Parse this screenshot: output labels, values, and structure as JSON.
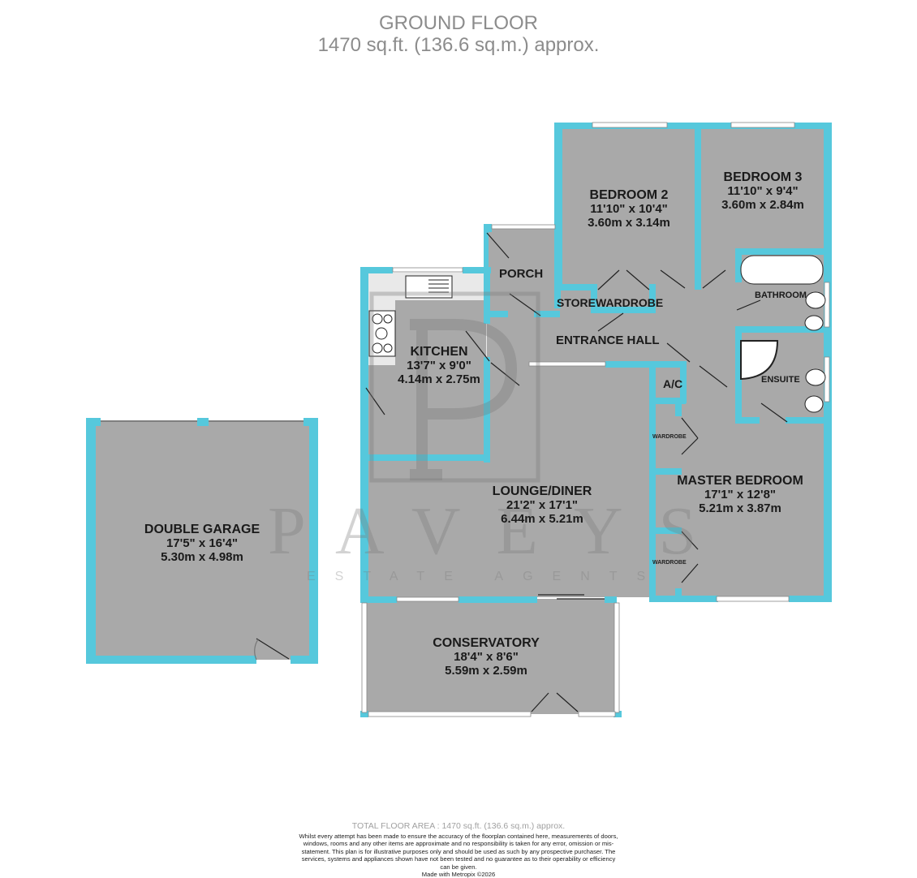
{
  "header": {
    "floor_name": "GROUND FLOOR",
    "floor_area": "1470 sq.ft. (136.6 sq.m.) approx."
  },
  "colors": {
    "wall": "#56c8dc",
    "room_fill": "#a9a9a9",
    "kitchen_fill": "#e9e9e9",
    "label": "#1a1a1a",
    "header_text": "#8c8c8c"
  },
  "rooms": [
    {
      "name": "BEDROOM 2",
      "imperial": "11'10\"  x 10'4\"",
      "metric": "3.60m  x 3.14m"
    },
    {
      "name": "BEDROOM 3",
      "imperial": "11'10\"  x 9'4\"",
      "metric": "3.60m  x 2.84m"
    },
    {
      "name": "KITCHEN",
      "imperial": "13'7\"  x 9'0\"",
      "metric": "4.14m  x 2.75m"
    },
    {
      "name": "LOUNGE/DINER",
      "imperial": "21'2\"  x 17'1\"",
      "metric": "6.44m  x 5.21m"
    },
    {
      "name": "MASTER BEDROOM",
      "imperial": "17'1\"  x 12'8\"",
      "metric": "5.21m  x 3.87m"
    },
    {
      "name": "DOUBLE GARAGE",
      "imperial": "17'5\"  x 16'4\"",
      "metric": "5.30m  x 4.98m"
    },
    {
      "name": "CONSERVATORY",
      "imperial": "18'4\"  x 8'6\"",
      "metric": "5.59m  x 2.59m"
    }
  ],
  "minor_rooms": {
    "porch": "PORCH",
    "store": "STORE",
    "wardrobe": "WARDROBE",
    "entrance_hall": "ENTRANCE HALL",
    "bathroom": "BATHROOM",
    "ensuite": "ENSUITE",
    "ac": "A/C",
    "wardrobe_upper": "WARDROBE",
    "wardrobe_lower": "WARDROBE"
  },
  "watermark": {
    "brand": "PAVEYS",
    "tagline": "ESTATE AGENTS"
  },
  "footer": {
    "total_area": "TOTAL FLOOR AREA : 1470 sq.ft. (136.6 sq.m.) approx.",
    "disclaimer": "Whilst every attempt has been made to ensure the accuracy of the floorplan contained here, measurements of doors, windows, rooms and any other items are approximate and no responsibility is taken for any error, omission or mis-statement. This plan is for illustrative purposes only and should be used as such by any prospective purchaser. The services, systems and appliances shown have not been tested and no guarantee as to their operability or efficiency can be given.",
    "credit": "Made with Metropix ©2026"
  }
}
